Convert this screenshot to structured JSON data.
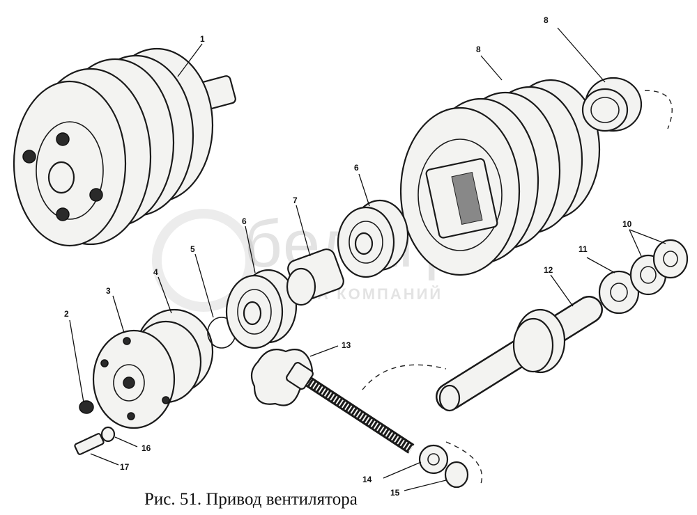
{
  "caption": "Рис. 51. Привод вентилятора",
  "watermark": {
    "brand": "белагро",
    "sub": "ГРУППА КОМПАНИЙ"
  },
  "labels": {
    "l1": "1",
    "l2": "2",
    "l3": "3",
    "l4": "4",
    "l5": "5",
    "l6a": "6",
    "l6b": "6",
    "l7": "7",
    "l8a": "8",
    "l8b": "8",
    "l10": "10",
    "l11": "11",
    "l12": "12",
    "l13": "13",
    "l14": "14",
    "l15": "15",
    "l16": "16",
    "l17": "17"
  }
}
